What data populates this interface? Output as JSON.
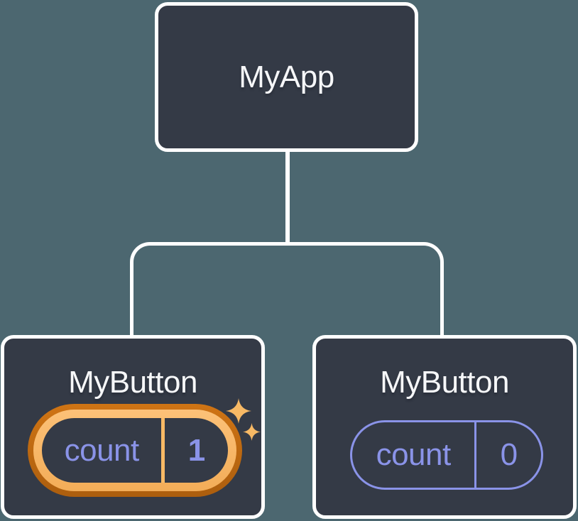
{
  "tree": {
    "root": {
      "label": "MyApp"
    },
    "children": [
      {
        "label": "MyButton",
        "state": {
          "name": "count",
          "value": "1"
        },
        "highlighted": true
      },
      {
        "label": "MyButton",
        "state": {
          "name": "count",
          "value": "0"
        },
        "highlighted": false
      }
    ]
  },
  "icons": {
    "sparkle": "four-point-star-sparkle"
  },
  "colors": {
    "background": "#4C6770",
    "node_fill": "#343A46",
    "node_border": "#FFFFFF",
    "connector": "#FFFFFF",
    "title_text": "#F6F7F9",
    "state_text": "#8A93E8",
    "state_outline": "#8A93E8",
    "highlight_outer_ring": "#C1690F",
    "highlight_inner_ring": "#F8BA65",
    "sparkle": "#F7B965"
  }
}
